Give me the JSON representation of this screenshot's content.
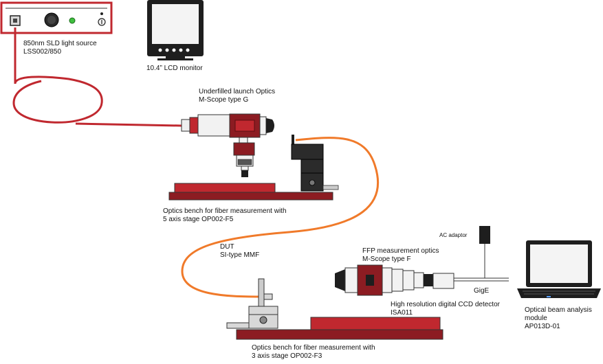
{
  "labels": {
    "light_source": [
      "850nm SLD light source",
      "LSS002/850"
    ],
    "monitor": "10.4” LCD monitor",
    "launch_optics": [
      "Underfilled launch Optics",
      "M-Scope type G"
    ],
    "bench_5axis": [
      "Optics bench for fiber measurement with",
      "5 axis stage OP002-F5"
    ],
    "dut": [
      "DUT",
      "SI-type MMF"
    ],
    "ac_adaptor": "AC adaptor",
    "ffp_optics": [
      "FFP measurement optics",
      "M-Scope type F"
    ],
    "gige": "GigE",
    "ccd_detector": [
      "High resolution digital CCD detector",
      "ISA011"
    ],
    "beam_analysis": [
      "Optical beam analysis",
      "module",
      "AP013D-01"
    ],
    "bench_3axis": [
      "Optics bench for fiber measurement with",
      "3 axis stage OP002-F3"
    ]
  },
  "colors": {
    "accent_red": "#c0282f",
    "dark_red": "#8c1c22",
    "fiber_orange": "#f07a2a",
    "device_black": "#1e1e1e"
  }
}
